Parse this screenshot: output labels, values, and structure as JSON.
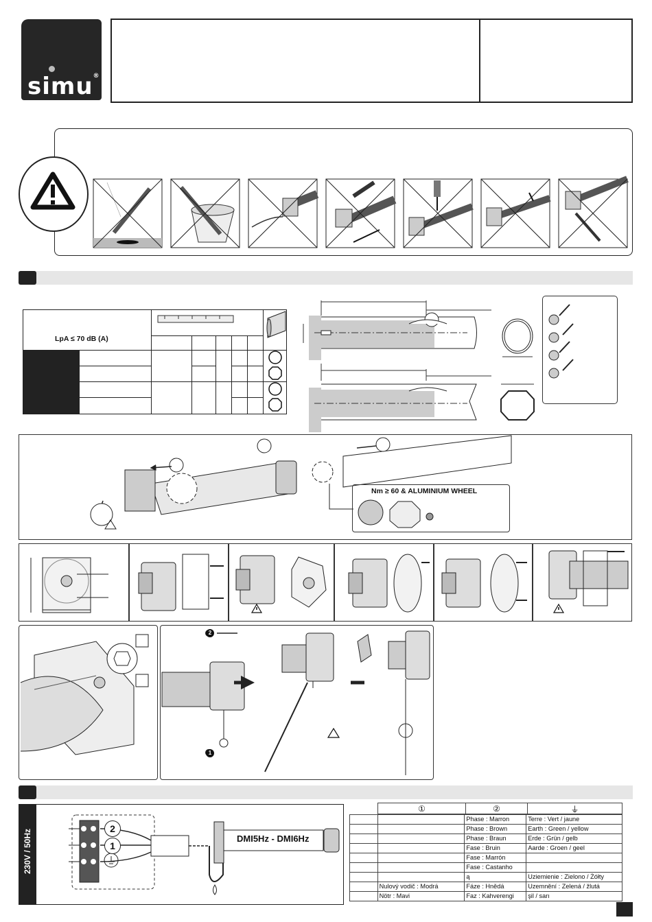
{
  "brand": {
    "logo_text": "simu",
    "registered": "®"
  },
  "noise_table": {
    "lpa": "LpA ≤ 70 dB (A)"
  },
  "accessory_note": "Nm ≥ 60 & ALUMINIUM WHEEL",
  "markers": {
    "one": "1",
    "two": "2"
  },
  "wiring": {
    "voltage": "230V / 50Hz",
    "model": "DMI5Hz - DMI6Hz",
    "terminals": [
      "2",
      "1"
    ],
    "table_headers": [
      "①",
      "②",
      "⏚"
    ],
    "rows": [
      [
        "",
        "",
        "Phase : Marron",
        "Terre : Vert / jaune"
      ],
      [
        "",
        "",
        "Phase : Brown",
        "Earth : Green / yellow"
      ],
      [
        "",
        "",
        "Phase : Braun",
        "Erde : Grün / gelb"
      ],
      [
        "",
        "",
        "Fase : Bruin",
        "Aarde : Groen / geel"
      ],
      [
        "",
        "",
        "Fase : Marrón",
        ""
      ],
      [
        "",
        "",
        "Fase : Castanho",
        ""
      ],
      [
        "",
        "",
        "ą",
        "Uziemienie : Zielono / Żółty"
      ],
      [
        "",
        "Nulový vodič : Modrá",
        "Fáze : Hnědá",
        "Uzemnění : Zelená / žlutá"
      ],
      [
        "",
        "Nötr : Mavi",
        "Faz : Kahverengi",
        "şil / sarı"
      ]
    ]
  }
}
